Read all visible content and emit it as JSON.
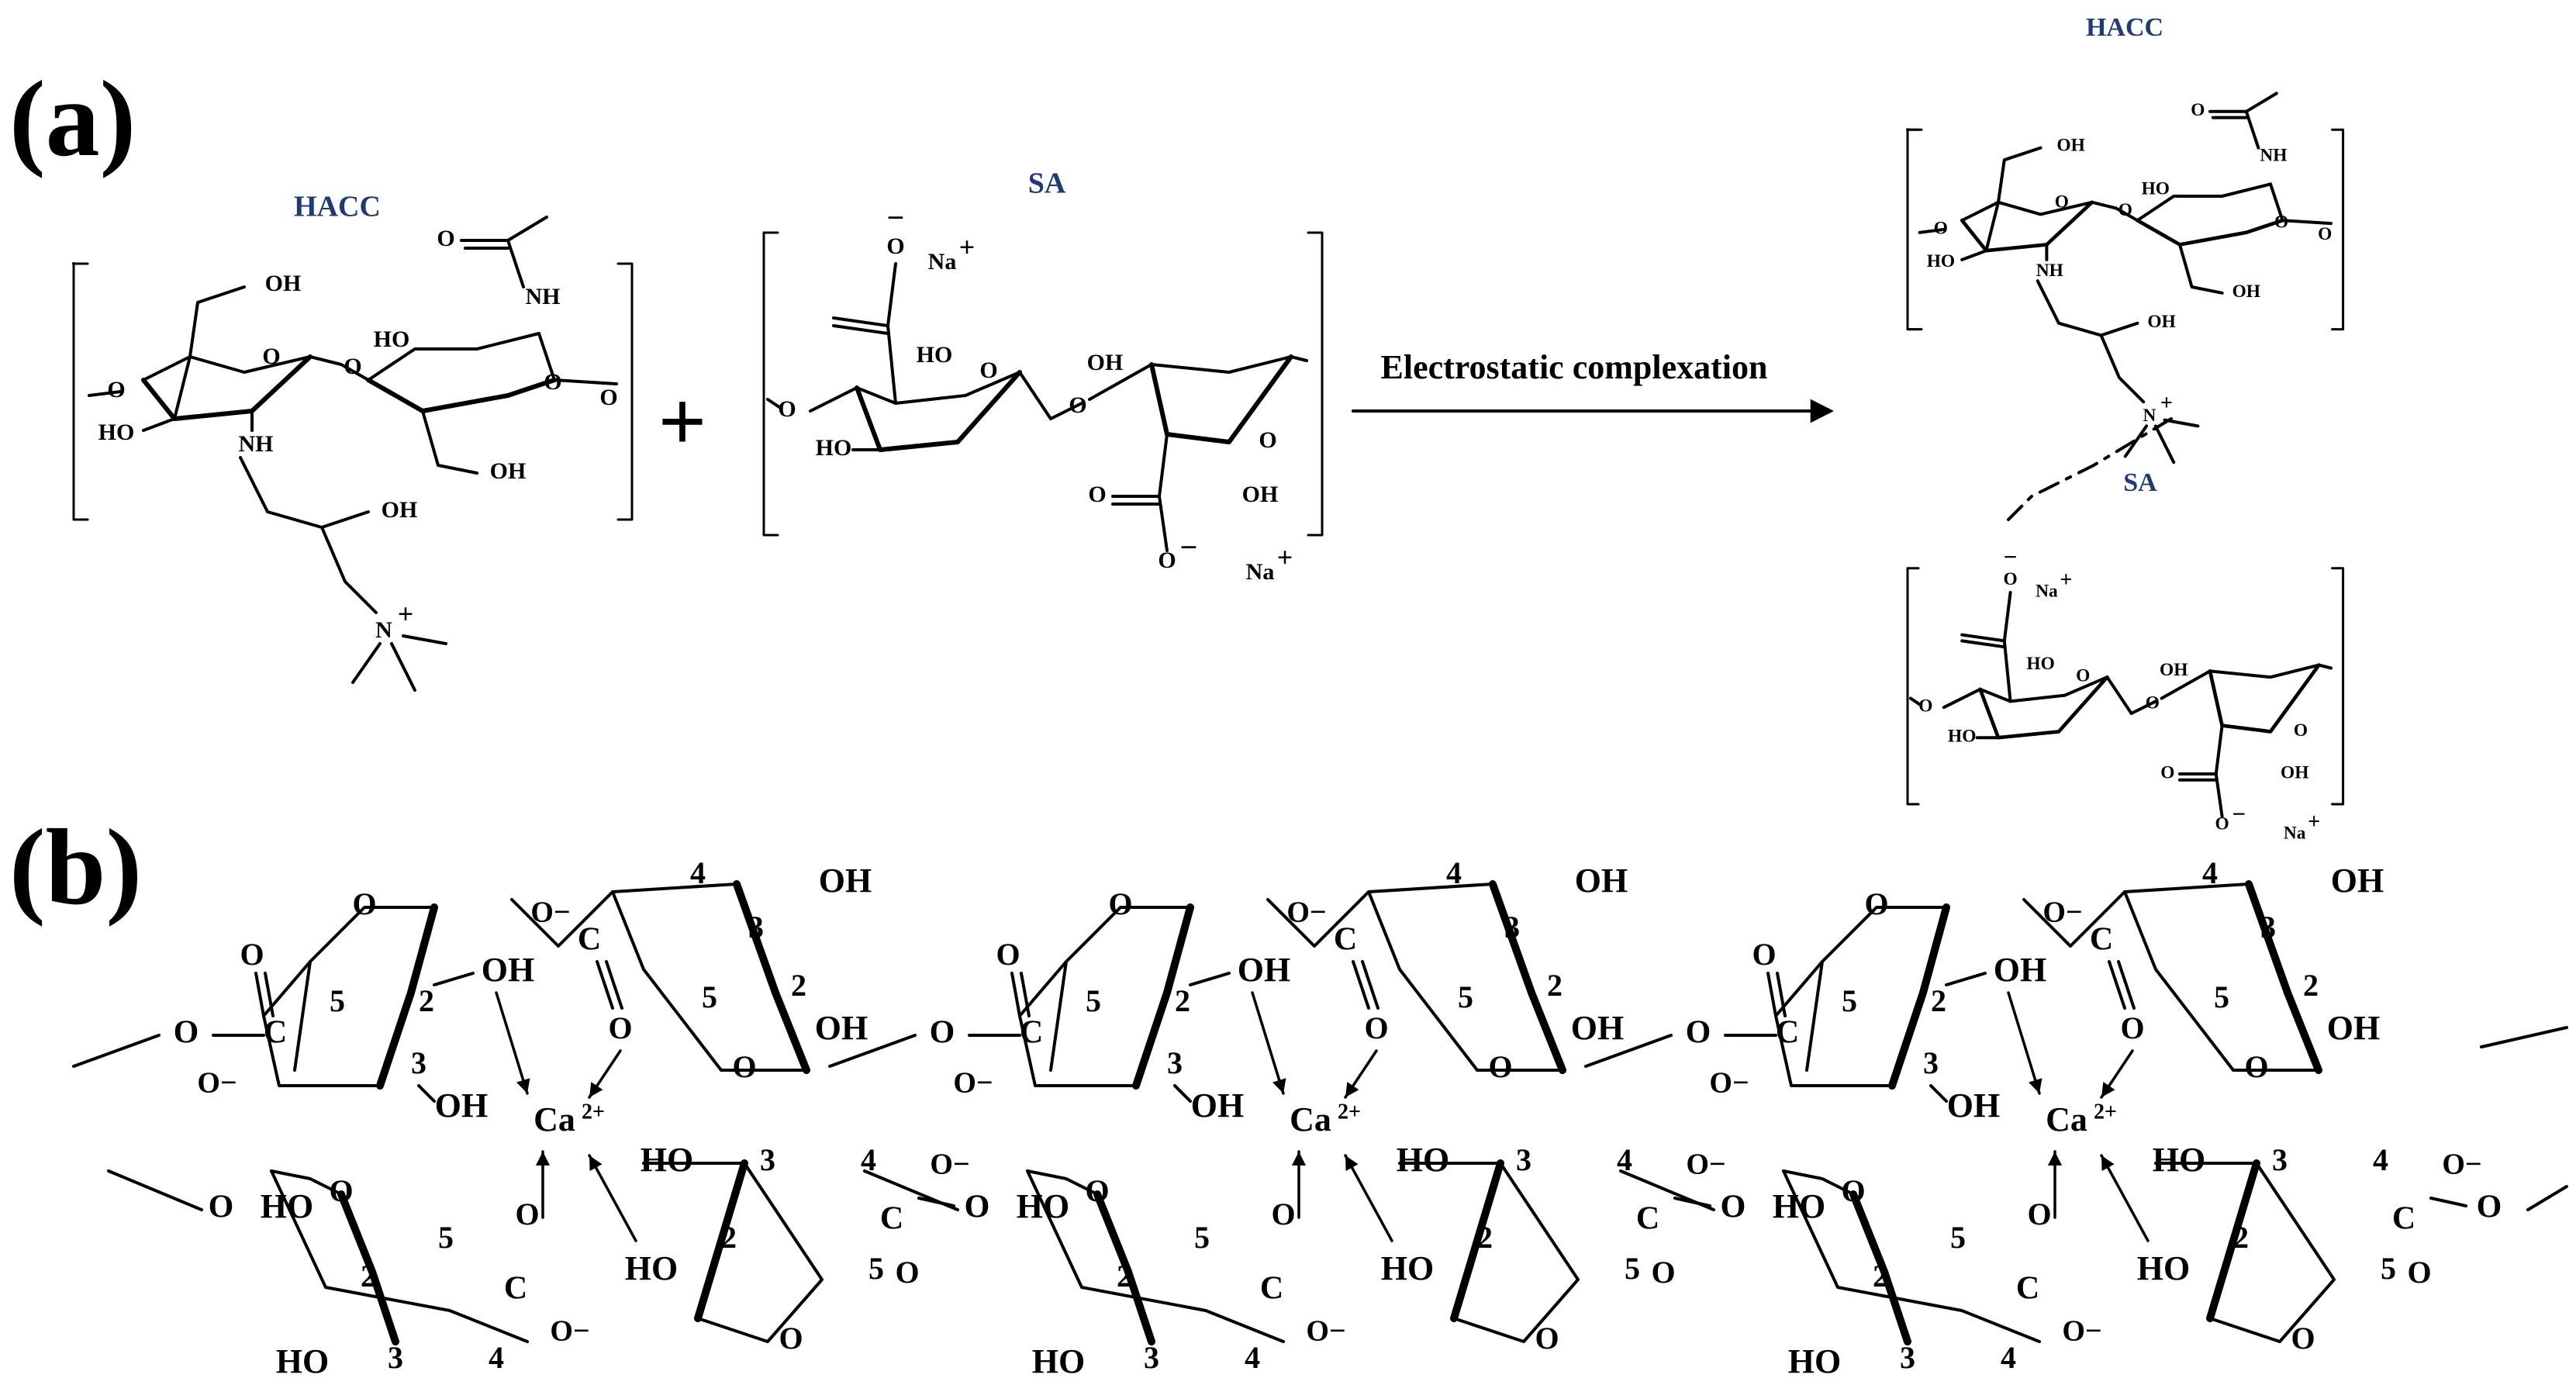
{
  "panels": [
    {
      "id": "a",
      "label": "(a)"
    },
    {
      "id": "b",
      "label": "(b)"
    }
  ],
  "labels": {
    "hacc": "HACC",
    "sa": "SA",
    "arrow": "Electrostatic complexation",
    "plus": "+",
    "oh": "OH",
    "ho": "HO",
    "o": "O",
    "nh": "NH",
    "n": "N",
    "na": "Na",
    "plus_charge": "+",
    "minus": "−",
    "o_minus": "O−",
    "o_eq": "O=",
    "c": "C",
    "ca": "Ca",
    "ca_charge": "2+"
  },
  "ring_numbers": [
    "2",
    "3",
    "4",
    "5"
  ],
  "colors": {
    "accent": "#1f3a7a",
    "ink": "#000000",
    "background": "#ffffff"
  }
}
